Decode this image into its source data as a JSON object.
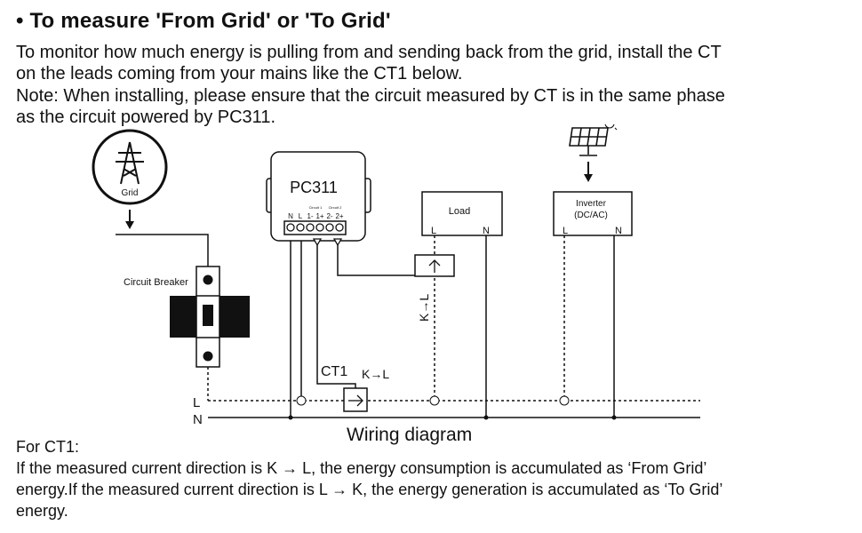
{
  "heading": "• To measure 'From Grid' or 'To Grid'",
  "intro": {
    "line1": "To monitor how much energy is pulling from and sending back from the grid, install the CT",
    "line2": "on the leads coming from your mains like the CT1 below."
  },
  "note": {
    "line1": "Note: When installing, please ensure that the circuit measured by CT is in the same phase",
    "line2": "as the circuit powered by PC311."
  },
  "diagram": {
    "grid_label": "Grid",
    "device_label": "PC311",
    "terminal_labels": [
      "N",
      "L",
      "1-",
      "1+",
      "2-",
      "2+"
    ],
    "circuit1_label": "Circuit 1",
    "circuit2_label": "Circuit 2",
    "breaker_label": "Circuit Breaker",
    "load_label": "Load",
    "inverter_label_1": "Inverter",
    "inverter_label_2": "(DC/AC)",
    "l_label": "L",
    "n_label": "N",
    "ct1_label": "CT1",
    "ct1_direction": "K→L",
    "ct_load_direction": "K→L",
    "caption": "Wiring diagram",
    "icons": [
      "pylon-icon",
      "solar-panel-icon",
      "sun-icon",
      "arrow-down-icon"
    ]
  },
  "footer": {
    "title": "For CT1:",
    "line1": "If the measured current direction is K → L, the energy consumption is accumulated as  ‘From Grid’",
    "line2": "energy.If the measured current direction is L → K, the energy generation is accumulated as  ‘To Grid’",
    "line3": "energy."
  }
}
